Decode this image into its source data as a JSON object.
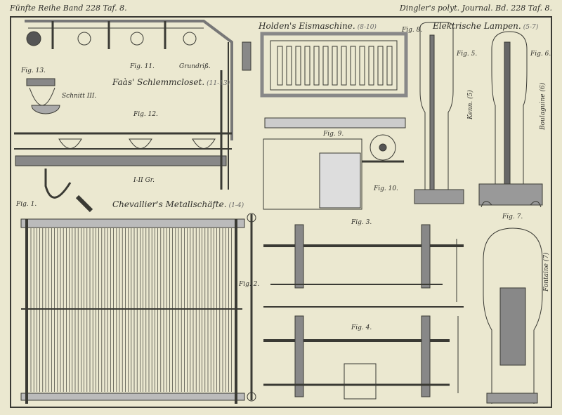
{
  "header": {
    "left": "Fünfte Reihe Band 228 Taf. 8.",
    "right": "Dingler's polyt. Journal. Bd. 228 Taf. 8."
  },
  "sections": {
    "schlemmcloset": {
      "title": "Faàs' Schlemmcloset.",
      "range": "(11-13)"
    },
    "eismaschine": {
      "title": "Holden's Eismaschine.",
      "range": "(8-10)"
    },
    "lampen": {
      "title": "Elektrische Lampen.",
      "range": "(5-7)"
    },
    "metallschaefte": {
      "title": "Chevallier's Metallschäfte.",
      "range": "(1-4)"
    }
  },
  "figures": {
    "fig1": "Fig. 1.",
    "fig2": "Fig. 2.",
    "fig3": "Fig. 3.",
    "fig4": "Fig. 4.",
    "fig5": "Fig. 5.",
    "fig6": "Fig. 6.",
    "fig7": "Fig. 7.",
    "fig8": "Fig. 8.",
    "fig9": "Fig. 9.",
    "fig10": "Fig. 10.",
    "fig11": "Fig. 11.",
    "fig12": "Fig. 12.",
    "fig13": "Fig. 13."
  },
  "captions": {
    "grundriss": "Grundriß.",
    "schnitt": "Schnitt III.",
    "schnitt_gr": "I-II Gr.",
    "kenn": "Kenn. (5)",
    "boulaguine": "Boulaguine (6)",
    "fontaine": "Fontaine (7)"
  }
}
